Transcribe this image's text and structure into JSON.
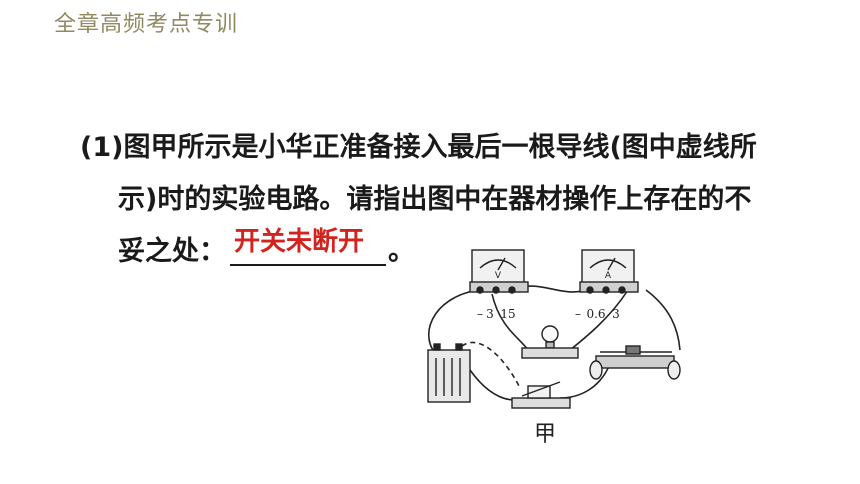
{
  "header": {
    "title": "全章高频考点专训"
  },
  "question": {
    "line1": "(1)图甲所示是小华正准备接入最后一根导线(图中虚线所",
    "line2": "示)时的实验电路。请指出图中在器材操作上存在的不",
    "line3_prefix": "妥之处：",
    "answer": "开关未断开",
    "line3_suffix": "。"
  },
  "figure": {
    "label": "甲",
    "voltmeter": {
      "symbol": "V",
      "terminals": [
        "–",
        "3",
        "15"
      ]
    },
    "ammeter": {
      "symbol": "A",
      "terminals": [
        "–",
        "0.6",
        "3"
      ]
    }
  },
  "colors": {
    "header": "#8f8a62",
    "answer": "#d2231f",
    "text": "#1a1a1a"
  }
}
